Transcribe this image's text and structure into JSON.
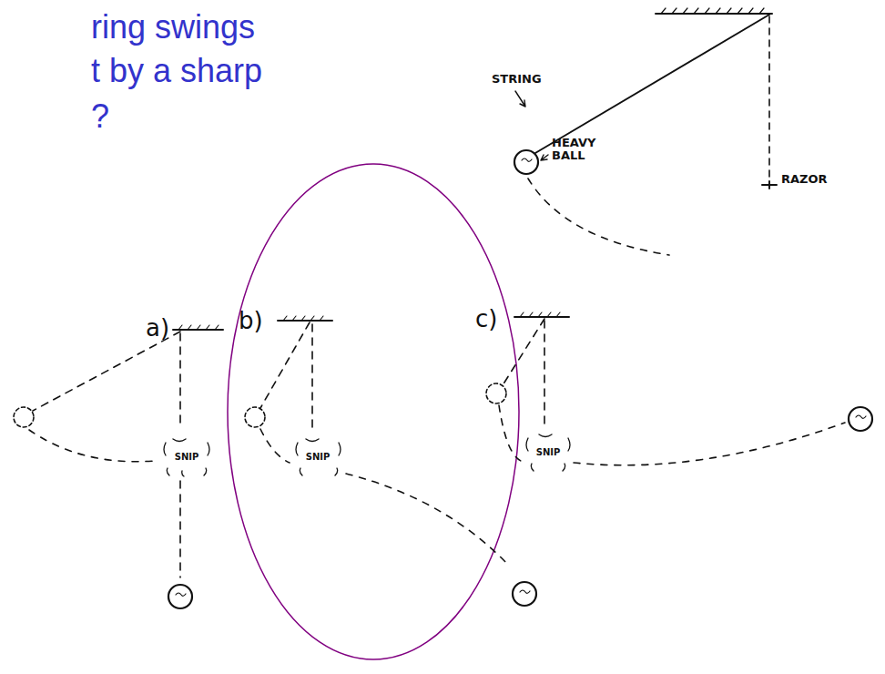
{
  "diagram": {
    "labels": [
      "ring swings",
      "t by a sharp",
      "?",
      "STRING",
      "HEAVY BALL",
      "RAZOR",
      "a)",
      "b)",
      "c)",
      "SNIP",
      "SNIP",
      "SNIP"
    ]
  }
}
